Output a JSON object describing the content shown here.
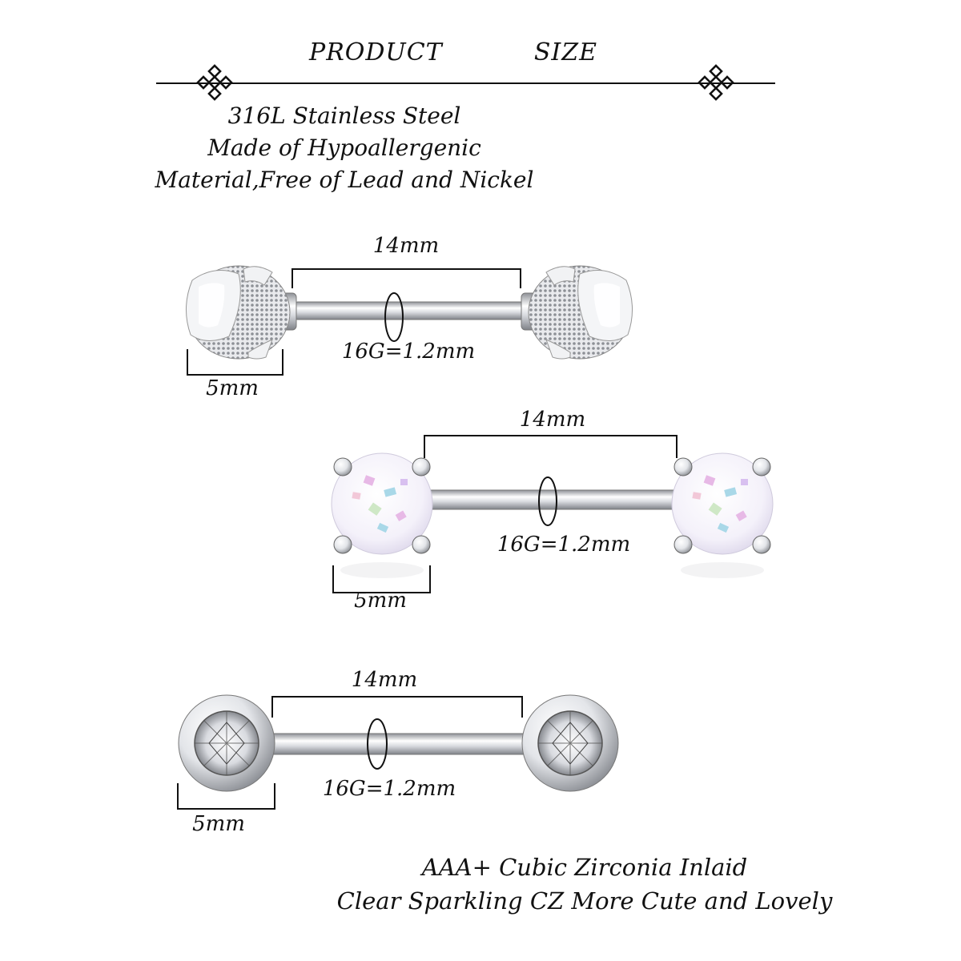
{
  "header": {
    "title": "PRODUCT    SIZE",
    "ornament_icon": "diamond-ornament-icon"
  },
  "material_lines": [
    "316L Stainless Steel",
    "Made of Hypoallergenic",
    "Material,Free of Lead and Nickel"
  ],
  "products": [
    {
      "style": "textured-claw-ball",
      "length_label": "14mm",
      "gauge_label": "16G=1.2mm",
      "ball_label": "5mm"
    },
    {
      "style": "opal-prong-set",
      "length_label": "14mm",
      "gauge_label": "16G=1.2mm",
      "ball_label": "5mm"
    },
    {
      "style": "cz-bezel-ball",
      "length_label": "14mm",
      "gauge_label": "16G=1.2mm",
      "ball_label": "5mm"
    }
  ],
  "footer_lines": [
    "AAA+ Cubic Zirconia Inlaid",
    "Clear Sparkling CZ More Cute and Lovely"
  ],
  "colors": {
    "steel_light": "#f2f3f5",
    "steel_dark": "#8a8d93",
    "opal_pink": "#e7b9e6",
    "opal_blue": "#a9d8e8"
  }
}
